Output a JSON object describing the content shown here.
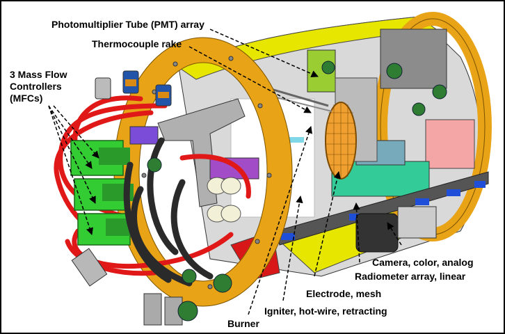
{
  "labels": {
    "pmt": "Photomultiplier Tube (PMT) array",
    "rake": "Thermocouple rake",
    "mfc_line1": "3 Mass Flow",
    "mfc_line2": "Controllers",
    "mfc_line3": "(MFCs)",
    "camera": "Camera, color, analog",
    "radiometer": "Radiometer array, linear",
    "electrode": "Electrode, mesh",
    "igniter": "Igniter, hot-wire, retracting",
    "burner": "Burner"
  },
  "colors": {
    "frame_orange": "#e8a317",
    "cylinder_yellow": "#e6e600",
    "mfc_green": "#33cc33",
    "tube_red": "#e01818",
    "mesh_orange": "#f0a030",
    "cable_black": "#2a2a2a"
  }
}
